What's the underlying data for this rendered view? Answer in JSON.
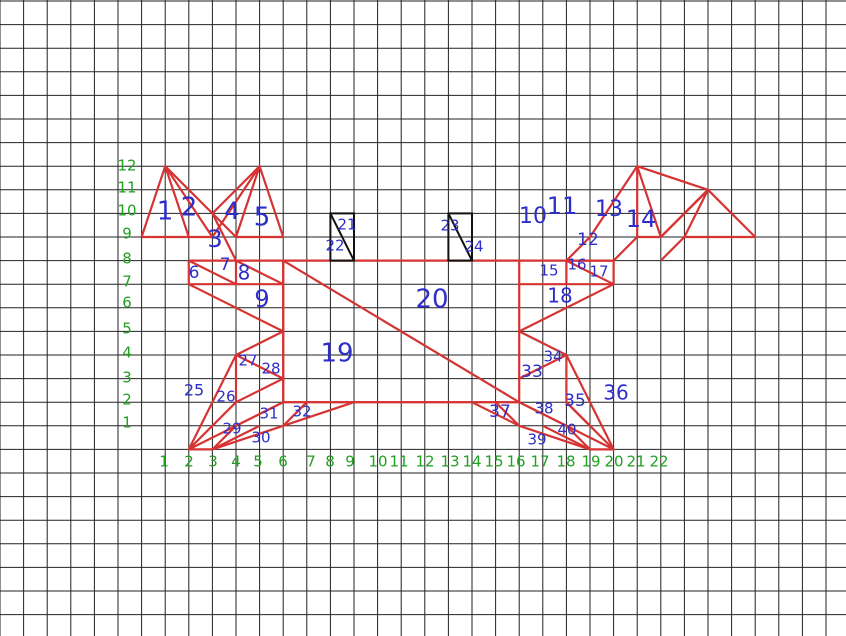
{
  "colors": {
    "grid": "#222222",
    "shape": "#d63333",
    "rect": "#111111",
    "region_label": "#2e2ec8",
    "axis_label": "#22a022"
  },
  "x_axis_labels": [
    "1",
    "2",
    "3",
    "4",
    "5",
    "6",
    "7",
    "8",
    "9",
    "10",
    "11",
    "12",
    "13",
    "14",
    "15",
    "16",
    "17",
    "18",
    "19",
    "20",
    "21",
    "22"
  ],
  "y_axis_labels": [
    "1",
    "2",
    "3",
    "4",
    "5",
    "6",
    "7",
    "8",
    "9",
    "10",
    "11",
    "12"
  ],
  "region_labels": [
    "1",
    "2",
    "3",
    "4",
    "5",
    "6",
    "7",
    "8",
    "9",
    "10",
    "11",
    "12",
    "13",
    "14",
    "15",
    "16",
    "17",
    "18",
    "19",
    "20",
    "21",
    "22",
    "23",
    "24",
    "25",
    "26",
    "27",
    "28",
    "29",
    "30",
    "31",
    "32",
    "33",
    "34",
    "35",
    "36",
    "37",
    "38",
    "39",
    "40"
  ]
}
